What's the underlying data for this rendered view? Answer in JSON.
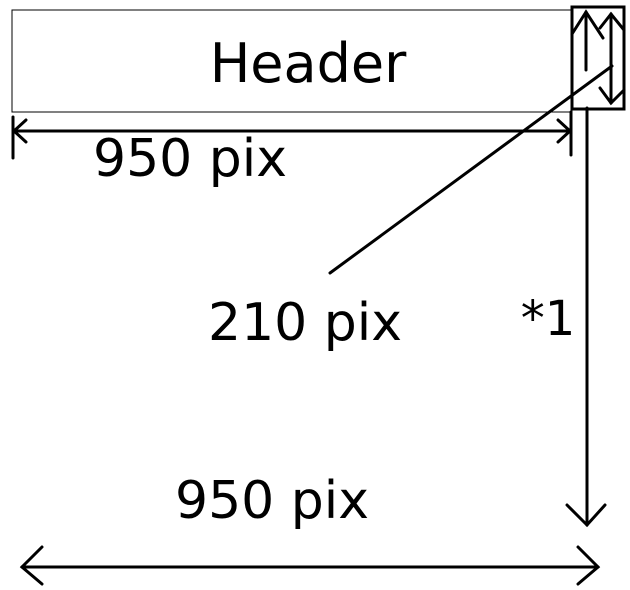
{
  "header_box": {
    "label": "Header"
  },
  "dimensions": {
    "header_width_label": "950 pix",
    "header_height_label": "210 pix",
    "column_marker_label": "*1",
    "total_width_label": "950 pix"
  },
  "colors": {
    "ink": "#000000",
    "paper": "#ffffff"
  }
}
